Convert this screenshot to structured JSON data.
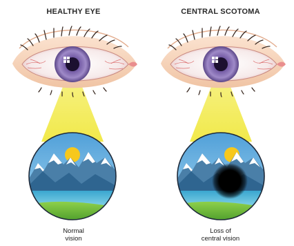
{
  "panels": [
    {
      "title": "HEALTHY EYE",
      "caption_line1": "Normal",
      "caption_line2": "vision"
    },
    {
      "title": "CENTRAL SCOTOMA",
      "caption_line1": "Loss of",
      "caption_line2": "central vision"
    }
  ],
  "colors": {
    "iris": "#8e78b8",
    "pupil": "#1c1030",
    "sclera_vessels": "#d85a5a",
    "skin": "#f6d0b4",
    "light_beam": "#f4ee5a",
    "sky": "#6fb6e6",
    "mountains": "#4a7fa8",
    "snow": "#ffffff",
    "sun": "#f7c81c",
    "water": "#4fb8d6",
    "grass": "#6fbf3a",
    "scotoma": "#000000"
  }
}
